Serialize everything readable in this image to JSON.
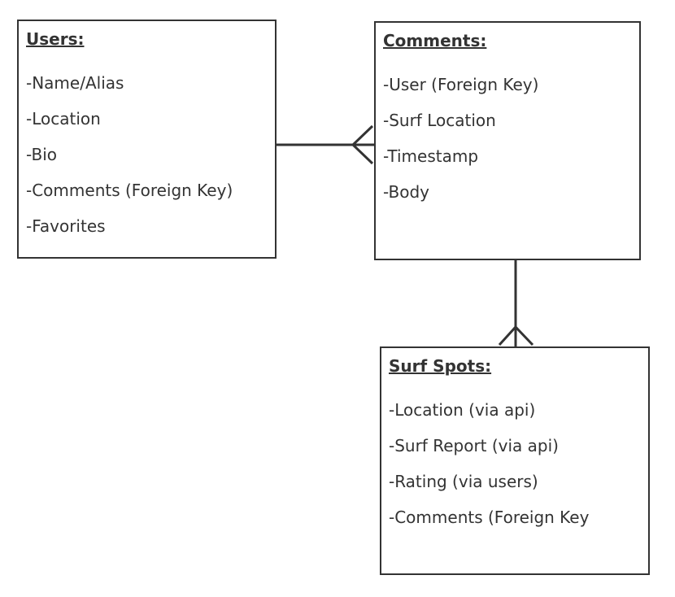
{
  "entities": {
    "users": {
      "title": "Users:",
      "fields": [
        "-Name/Alias",
        "-Location",
        "-Bio",
        "-Comments (Foreign Key)",
        "-Favorites"
      ]
    },
    "comments": {
      "title": "Comments:",
      "fields": [
        "-User (Foreign Key)",
        "-Surf Location",
        "-Timestamp",
        "-Body"
      ]
    },
    "surf_spots": {
      "title": "Surf Spots:",
      "fields": [
        "-Location (via api)",
        "-Surf Report (via api)",
        "-Rating (via users)",
        "-Comments (Foreign Key"
      ]
    }
  },
  "relationships": [
    {
      "from": "users",
      "to": "comments",
      "cardinality": "one-to-many"
    },
    {
      "from": "comments",
      "to": "surf_spots",
      "cardinality": "one-to-many"
    }
  ],
  "colors": {
    "line": "#333333",
    "background": "#ffffff"
  }
}
